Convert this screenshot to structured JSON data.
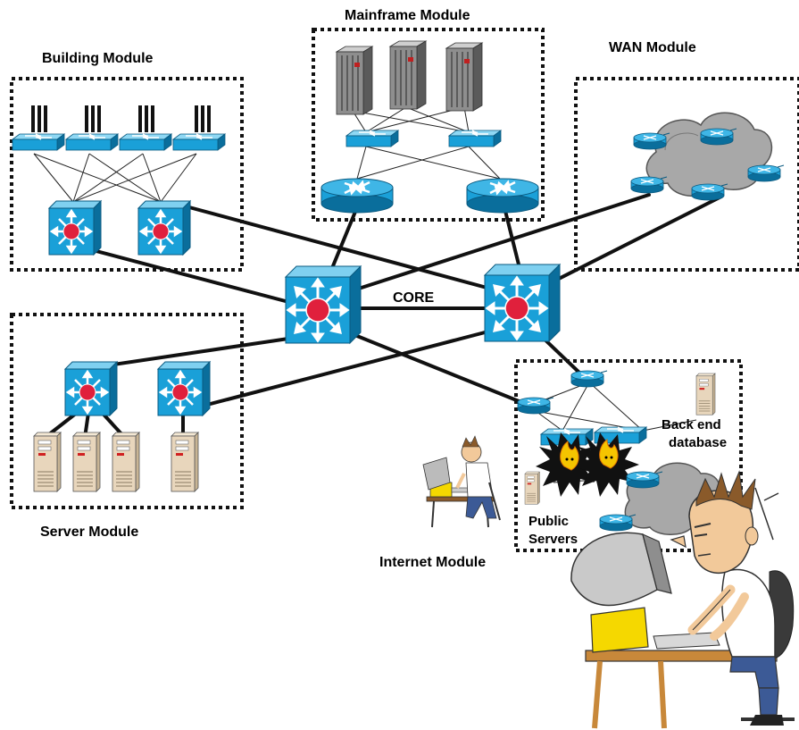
{
  "modules": {
    "building": "Building Module",
    "mainframe": "Mainframe Module",
    "wan": "WAN Module",
    "server": "Server Module",
    "internet": "Internet Module"
  },
  "core": {
    "label": "CORE"
  },
  "internet_labels": {
    "backend_line1": "Back end",
    "backend_line2": "database",
    "public_line1": "Public",
    "public_line2": "Servers"
  },
  "colors": {
    "switch_blue": "#1aa0d8",
    "switch_dark": "#0a6e9c",
    "hub_red": "#e0203c",
    "cloud_gray": "#a8a8a8",
    "server_beige": "#e8d6bc",
    "line": "#000000"
  },
  "icons": [
    "multilayer-switch-icon",
    "workgroup-switch-icon",
    "router-icon",
    "mainframe-icon",
    "server-tower-icon",
    "cloud-icon",
    "firewall-burst-icon",
    "person-at-computer-icon"
  ]
}
